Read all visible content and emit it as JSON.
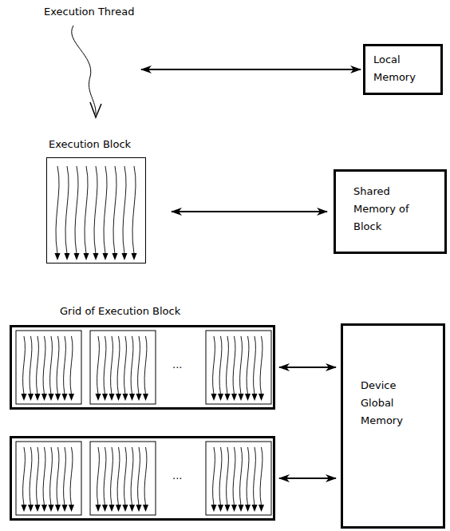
{
  "diagram": {
    "nodes": [
      {
        "text": [
          "Execution Thread"
        ]
      },
      {
        "text": [
          "Local Memory"
        ]
      },
      {
        "text": [
          "Execution Block"
        ]
      },
      {
        "text": [
          "Shared Memory of Block"
        ]
      },
      {
        "text": [
          "..."
        ]
      },
      {
        "text": [
          "..."
        ]
      },
      {
        "text": [
          "Device Global Memory"
        ]
      }
    ],
    "edges": [
      {
        "from": 0,
        "to": 1,
        "arrow": "both"
      },
      {
        "from": 2,
        "to": 3,
        "arrow": "both"
      },
      {
        "from": 4,
        "to": 6,
        "arrow": "both"
      },
      {
        "from": 5,
        "to": 6,
        "arrow": "both"
      }
    ],
    "labels": [
      "Grid of Execution Block"
    ]
  }
}
